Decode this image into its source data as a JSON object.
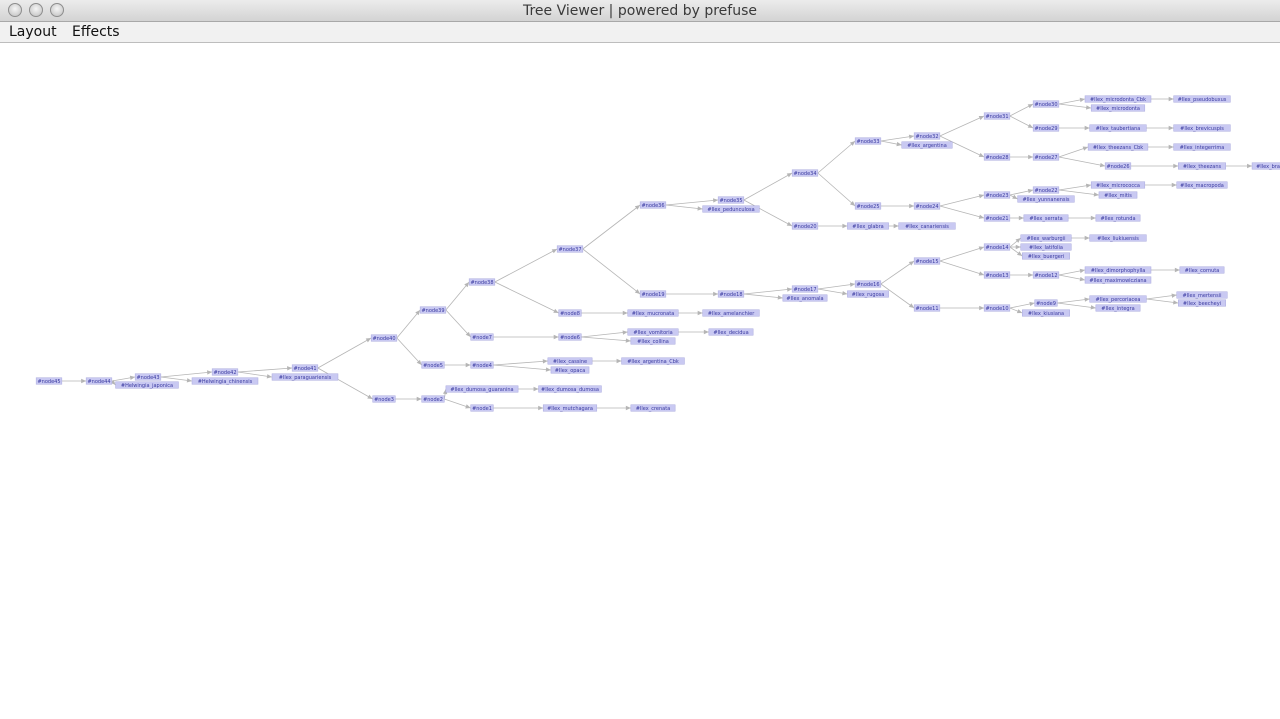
{
  "window": {
    "title": "Tree Viewer | powered by prefuse"
  },
  "menu": {
    "items": [
      {
        "label": "Layout"
      },
      {
        "label": "Effects"
      }
    ]
  },
  "tree": {
    "root": "#node45",
    "nodes": [
      {
        "id": "#node45"
      },
      {
        "id": "#node44",
        "parent": "#node45"
      },
      {
        "id": "#node43",
        "parent": "#node44"
      },
      {
        "id": "#Helwingia_japonica",
        "parent": "#node44"
      },
      {
        "id": "#node42",
        "parent": "#node43"
      },
      {
        "id": "#Helwingia_chinensis",
        "parent": "#node43"
      },
      {
        "id": "#node41",
        "parent": "#node42"
      },
      {
        "id": "#Ilex_paraguariensis",
        "parent": "#node42"
      },
      {
        "id": "#node40",
        "parent": "#node41"
      },
      {
        "id": "#node3",
        "parent": "#node41"
      },
      {
        "id": "#node39",
        "parent": "#node40"
      },
      {
        "id": "#node5",
        "parent": "#node40"
      },
      {
        "id": "#node38",
        "parent": "#node39"
      },
      {
        "id": "#node7",
        "parent": "#node39"
      },
      {
        "id": "#node37",
        "parent": "#node38"
      },
      {
        "id": "#node8",
        "parent": "#node38"
      },
      {
        "id": "#node36",
        "parent": "#node37"
      },
      {
        "id": "#node19",
        "parent": "#node37"
      },
      {
        "id": "#node35",
        "parent": "#node36"
      },
      {
        "id": "#Ilex_pedunculosa",
        "parent": "#node36"
      },
      {
        "id": "#node34",
        "parent": "#node35"
      },
      {
        "id": "#node20",
        "parent": "#node35"
      },
      {
        "id": "#node33",
        "parent": "#node34"
      },
      {
        "id": "#node25",
        "parent": "#node34"
      },
      {
        "id": "#node32",
        "parent": "#node33"
      },
      {
        "id": "#Ilex_argentina",
        "parent": "#node33"
      },
      {
        "id": "#node31",
        "parent": "#node32"
      },
      {
        "id": "#node28",
        "parent": "#node32"
      },
      {
        "id": "#node30",
        "parent": "#node31"
      },
      {
        "id": "#node29",
        "parent": "#node31"
      },
      {
        "id": "#Ilex_microdonta_Cbk",
        "parent": "#node30"
      },
      {
        "id": "#Ilex_microdonta",
        "parent": "#node30"
      },
      {
        "id": "#Ilex_pseudobuxus",
        "parent": "#Ilex_microdonta_Cbk"
      },
      {
        "id": "#Ilex_taubertiana",
        "parent": "#node29"
      },
      {
        "id": "#Ilex_brevicuspis",
        "parent": "#Ilex_taubertiana"
      },
      {
        "id": "#node27",
        "parent": "#node28"
      },
      {
        "id": "#Ilex_theezans_Cbk",
        "parent": "#node27"
      },
      {
        "id": "#node26",
        "parent": "#node27"
      },
      {
        "id": "#Ilex_integerrima",
        "parent": "#Ilex_theezans_Cbk"
      },
      {
        "id": "#Ilex_theezans",
        "parent": "#node26"
      },
      {
        "id": "#Ilex_bra",
        "parent": "#Ilex_theezans"
      },
      {
        "id": "#node24",
        "parent": "#node25"
      },
      {
        "id": "#node23",
        "parent": "#node24"
      },
      {
        "id": "#node21",
        "parent": "#node24"
      },
      {
        "id": "#node22",
        "parent": "#node23"
      },
      {
        "id": "#Ilex_yunnanensis",
        "parent": "#node23"
      },
      {
        "id": "#Ilex_micrococca",
        "parent": "#node22"
      },
      {
        "id": "#Ilex_mitis",
        "parent": "#node22"
      },
      {
        "id": "#Ilex_macropoda",
        "parent": "#Ilex_micrococca"
      },
      {
        "id": "#Ilex_serrata",
        "parent": "#node21"
      },
      {
        "id": "#Ilex_rotunda",
        "parent": "#Ilex_serrata"
      },
      {
        "id": "#Ilex_glabra",
        "parent": "#node20"
      },
      {
        "id": "#Ilex_canariensis",
        "parent": "#Ilex_glabra"
      },
      {
        "id": "#node18",
        "parent": "#node19"
      },
      {
        "id": "#node17",
        "parent": "#node18"
      },
      {
        "id": "#Ilex_anomala",
        "parent": "#node18"
      },
      {
        "id": "#node16",
        "parent": "#node17"
      },
      {
        "id": "#Ilex_rugosa",
        "parent": "#node17"
      },
      {
        "id": "#node15",
        "parent": "#node16"
      },
      {
        "id": "#node11",
        "parent": "#node16"
      },
      {
        "id": "#node14",
        "parent": "#node15"
      },
      {
        "id": "#node13",
        "parent": "#node15"
      },
      {
        "id": "#Ilex_warburgii",
        "parent": "#node14"
      },
      {
        "id": "#Ilex_latifolia",
        "parent": "#node14"
      },
      {
        "id": "#Ilex_buergeri",
        "parent": "#node14"
      },
      {
        "id": "#Ilex_liukiuensis",
        "parent": "#Ilex_warburgii"
      },
      {
        "id": "#node12",
        "parent": "#node13"
      },
      {
        "id": "#Ilex_dimorphophylla",
        "parent": "#node12"
      },
      {
        "id": "#Ilex_maximowicziana",
        "parent": "#node12"
      },
      {
        "id": "#Ilex_cornuta",
        "parent": "#Ilex_dimorphophylla"
      },
      {
        "id": "#node10",
        "parent": "#node11"
      },
      {
        "id": "#node9",
        "parent": "#node10"
      },
      {
        "id": "#Ilex_kiusiana",
        "parent": "#node10"
      },
      {
        "id": "#Ilex_percoriacea",
        "parent": "#node9"
      },
      {
        "id": "#Ilex_integra",
        "parent": "#node9"
      },
      {
        "id": "#Ilex_mertensii",
        "parent": "#Ilex_percoriacea"
      },
      {
        "id": "#Ilex_beecheyi",
        "parent": "#Ilex_percoriacea"
      },
      {
        "id": "#Ilex_mucronata",
        "parent": "#node8"
      },
      {
        "id": "#Ilex_amelanchier",
        "parent": "#Ilex_mucronata"
      },
      {
        "id": "#node6",
        "parent": "#node7"
      },
      {
        "id": "#Ilex_vomitoria",
        "parent": "#node6"
      },
      {
        "id": "#Ilex_collina",
        "parent": "#node6"
      },
      {
        "id": "#Ilex_decidua",
        "parent": "#Ilex_vomitoria"
      },
      {
        "id": "#node4",
        "parent": "#node5"
      },
      {
        "id": "#Ilex_cassine",
        "parent": "#node4"
      },
      {
        "id": "#Ilex_opaca",
        "parent": "#node4"
      },
      {
        "id": "#Ilex_argentina_Cbk",
        "parent": "#Ilex_cassine"
      },
      {
        "id": "#node2",
        "parent": "#node3"
      },
      {
        "id": "#Ilex_dumosa_guaranina",
        "parent": "#node2"
      },
      {
        "id": "#node1",
        "parent": "#node2"
      },
      {
        "id": "#Ilex_dumosa_dumosa",
        "parent": "#Ilex_dumosa_guaranina"
      },
      {
        "id": "#Ilex_mutchagara",
        "parent": "#node1"
      },
      {
        "id": "#Ilex_crenata",
        "parent": "#Ilex_mutchagara"
      }
    ]
  }
}
